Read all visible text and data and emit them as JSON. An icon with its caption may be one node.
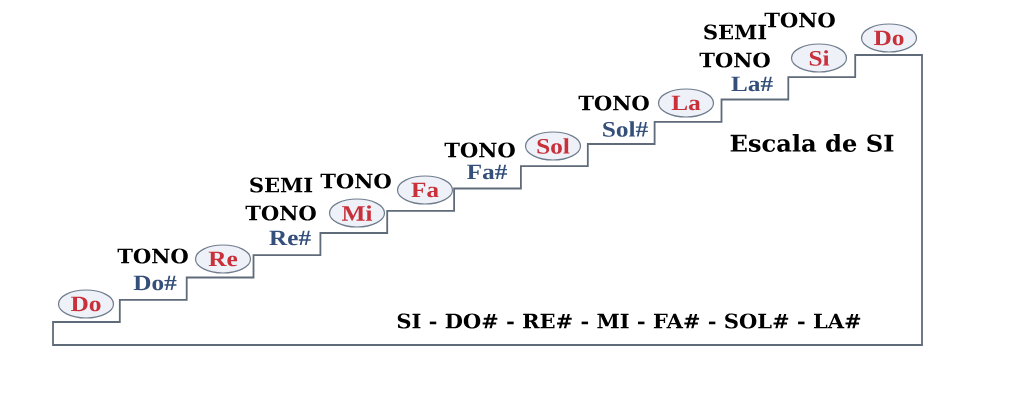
{
  "diagram": {
    "title": "Escala de SI",
    "nodes": [
      {
        "text": [
          "Do"
        ]
      },
      {
        "text": [
          "Re"
        ]
      },
      {
        "text": [
          "Mi"
        ]
      },
      {
        "text": [
          "Fa"
        ]
      },
      {
        "text": [
          "Sol"
        ]
      },
      {
        "text": [
          "La"
        ]
      },
      {
        "text": [
          "Si"
        ]
      },
      {
        "text": [
          "Do"
        ]
      }
    ],
    "labels": [
      "TONO",
      "Do#",
      "SEMI TONO",
      "TONO",
      "Re#",
      "TONO",
      "Fa#",
      "TONO",
      "Sol#",
      "SEMI TONO",
      "TONO",
      "La#",
      "SI - DO# - RE# - MI - FA# - SOL# - LA#"
    ]
  }
}
